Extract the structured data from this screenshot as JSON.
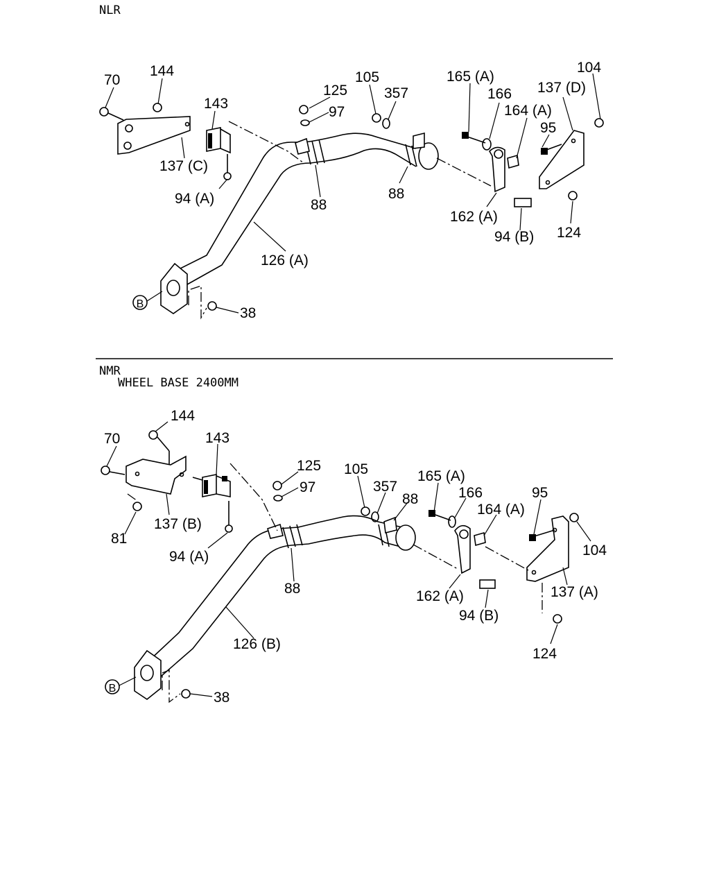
{
  "sections": [
    {
      "model": "NLR",
      "subtitle": "",
      "callouts": [
        "70",
        "144",
        "143",
        "125",
        "97",
        "105",
        "357",
        "165 (A)",
        "166",
        "164 (A)",
        "137 (D)",
        "104",
        "95",
        "137 (C)",
        "94 (A)",
        "88",
        "88",
        "162 (A)",
        "94 (B)",
        "124",
        "126 (A)",
        "B",
        "38"
      ]
    },
    {
      "model": "NMR",
      "subtitle": "WHEEL BASE 2400MM",
      "callouts": [
        "144",
        "70",
        "143",
        "125",
        "97",
        "105",
        "357",
        "88",
        "165 (A)",
        "166",
        "164 (A)",
        "95",
        "104",
        "81",
        "137 (B)",
        "94 (A)",
        "88",
        "162 (A)",
        "94 (B)",
        "137 (A)",
        "126 (B)",
        "124",
        "B",
        "38"
      ]
    }
  ]
}
